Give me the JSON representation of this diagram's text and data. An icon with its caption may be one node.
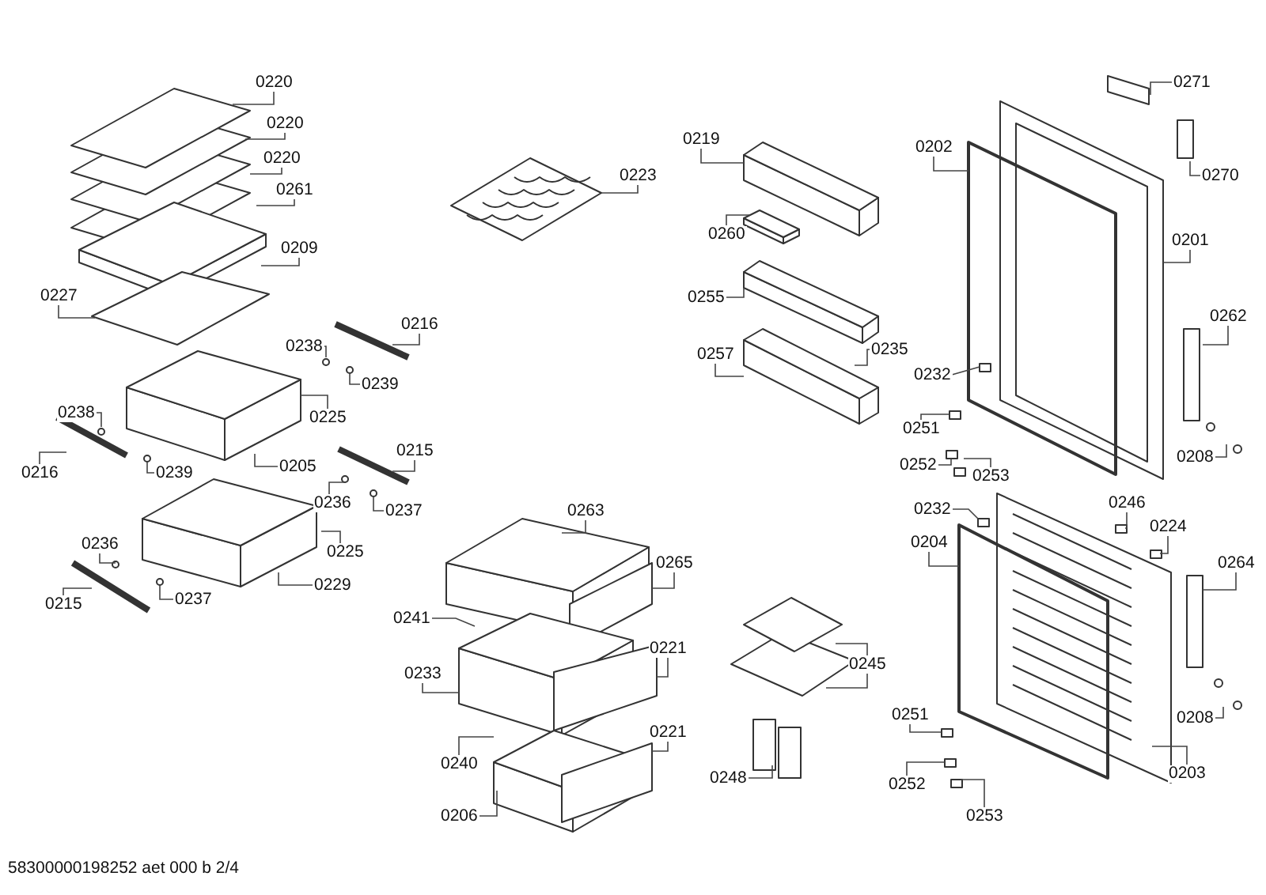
{
  "diagram": {
    "nodes": [
      {
        "text": [
          "0220"
        ]
      },
      {
        "text": [
          "0220"
        ]
      },
      {
        "text": [
          "0220"
        ]
      },
      {
        "text": [
          "0261"
        ]
      },
      {
        "text": [
          "0209"
        ]
      },
      {
        "text": [
          "0227"
        ]
      },
      {
        "text": [
          "0216"
        ]
      },
      {
        "text": [
          "0238"
        ]
      },
      {
        "text": [
          "0239"
        ]
      },
      {
        "text": [
          "0225"
        ]
      },
      {
        "text": [
          "0238"
        ]
      },
      {
        "text": [
          "0239"
        ]
      },
      {
        "text": [
          "0216"
        ]
      },
      {
        "text": [
          "0205"
        ]
      },
      {
        "text": [
          "0215"
        ]
      },
      {
        "text": [
          "0236"
        ]
      },
      {
        "text": [
          "0237"
        ]
      },
      {
        "text": [
          "0225"
        ]
      },
      {
        "text": [
          "0236"
        ]
      },
      {
        "text": [
          "0229"
        ]
      },
      {
        "text": [
          "0237"
        ]
      },
      {
        "text": [
          "0215"
        ]
      },
      {
        "text": [
          "0223"
        ]
      },
      {
        "text": [
          "0219"
        ]
      },
      {
        "text": [
          "0260"
        ]
      },
      {
        "text": [
          "0255"
        ]
      },
      {
        "text": [
          "0257"
        ]
      },
      {
        "text": [
          "0235"
        ]
      },
      {
        "text": [
          "0271"
        ]
      },
      {
        "text": [
          "0202"
        ]
      },
      {
        "text": [
          "0270"
        ]
      },
      {
        "text": [
          "0201"
        ]
      },
      {
        "text": [
          "0262"
        ]
      },
      {
        "text": [
          "0232"
        ]
      },
      {
        "text": [
          "0251"
        ]
      },
      {
        "text": [
          "0252"
        ]
      },
      {
        "text": [
          "0208"
        ]
      },
      {
        "text": [
          "0253"
        ]
      },
      {
        "text": [
          "0246"
        ]
      },
      {
        "text": [
          "0224"
        ]
      },
      {
        "text": [
          "0232"
        ]
      },
      {
        "text": [
          "0204"
        ]
      },
      {
        "text": [
          "0264"
        ]
      },
      {
        "text": [
          "0208"
        ]
      },
      {
        "text": [
          "0251"
        ]
      },
      {
        "text": [
          "0203"
        ]
      },
      {
        "text": [
          "0252"
        ]
      },
      {
        "text": [
          "0253"
        ]
      },
      {
        "text": [
          "0263"
        ]
      },
      {
        "text": [
          "0265"
        ]
      },
      {
        "text": [
          "0241"
        ]
      },
      {
        "text": [
          "0221"
        ]
      },
      {
        "text": [
          "0233"
        ]
      },
      {
        "text": [
          "0245"
        ]
      },
      {
        "text": [
          "0221"
        ]
      },
      {
        "text": [
          "0240"
        ]
      },
      {
        "text": [
          "0248"
        ]
      },
      {
        "text": [
          "0206"
        ]
      }
    ],
    "edges": [
      {
        "from": 0,
        "to": null,
        "arrow": "none"
      },
      {
        "from": 1,
        "to": null,
        "arrow": "none"
      },
      {
        "from": 2,
        "to": null,
        "arrow": "none"
      },
      {
        "from": 3,
        "to": null,
        "arrow": "none"
      },
      {
        "from": 4,
        "to": null,
        "arrow": "none"
      },
      {
        "from": 5,
        "to": null,
        "arrow": "none"
      },
      {
        "from": 6,
        "to": null,
        "arrow": "none"
      },
      {
        "from": 7,
        "to": null,
        "arrow": "none"
      },
      {
        "from": 8,
        "to": null,
        "arrow": "none"
      },
      {
        "from": 9,
        "to": null,
        "arrow": "none"
      },
      {
        "from": 10,
        "to": null,
        "arrow": "none"
      },
      {
        "from": 11,
        "to": null,
        "arrow": "none"
      },
      {
        "from": 12,
        "to": null,
        "arrow": "none"
      },
      {
        "from": 13,
        "to": null,
        "arrow": "none"
      },
      {
        "from": 14,
        "to": null,
        "arrow": "none"
      },
      {
        "from": 15,
        "to": null,
        "arrow": "none"
      },
      {
        "from": 16,
        "to": null,
        "arrow": "none"
      },
      {
        "from": 17,
        "to": null,
        "arrow": "none"
      },
      {
        "from": 18,
        "to": null,
        "arrow": "none"
      },
      {
        "from": 19,
        "to": null,
        "arrow": "none"
      },
      {
        "from": 20,
        "to": null,
        "arrow": "none"
      },
      {
        "from": 21,
        "to": null,
        "arrow": "none"
      },
      {
        "from": 22,
        "to": null,
        "arrow": "none"
      },
      {
        "from": 23,
        "to": null,
        "arrow": "none"
      },
      {
        "from": 24,
        "to": null,
        "arrow": "none"
      },
      {
        "from": 25,
        "to": null,
        "arrow": "none"
      },
      {
        "from": 26,
        "to": null,
        "arrow": "none"
      },
      {
        "from": 27,
        "to": null,
        "arrow": "none"
      },
      {
        "from": 28,
        "to": null,
        "arrow": "none"
      },
      {
        "from": 29,
        "to": null,
        "arrow": "none"
      },
      {
        "from": 30,
        "to": null,
        "arrow": "none"
      },
      {
        "from": 31,
        "to": null,
        "arrow": "none"
      },
      {
        "from": 32,
        "to": null,
        "arrow": "none"
      },
      {
        "from": 33,
        "to": null,
        "arrow": "none"
      },
      {
        "from": 34,
        "to": null,
        "arrow": "none"
      },
      {
        "from": 35,
        "to": null,
        "arrow": "none"
      },
      {
        "from": 36,
        "to": null,
        "arrow": "none"
      },
      {
        "from": 37,
        "to": null,
        "arrow": "none"
      },
      {
        "from": 38,
        "to": null,
        "arrow": "none"
      },
      {
        "from": 39,
        "to": null,
        "arrow": "none"
      },
      {
        "from": 40,
        "to": null,
        "arrow": "none"
      },
      {
        "from": 41,
        "to": null,
        "arrow": "none"
      },
      {
        "from": 42,
        "to": null,
        "arrow": "none"
      },
      {
        "from": 43,
        "to": null,
        "arrow": "none"
      },
      {
        "from": 44,
        "to": null,
        "arrow": "none"
      },
      {
        "from": 45,
        "to": null,
        "arrow": "none"
      },
      {
        "from": 46,
        "to": null,
        "arrow": "none"
      },
      {
        "from": 47,
        "to": null,
        "arrow": "none"
      },
      {
        "from": 48,
        "to": null,
        "arrow": "none"
      },
      {
        "from": 49,
        "to": null,
        "arrow": "none"
      },
      {
        "from": 50,
        "to": null,
        "arrow": "none"
      },
      {
        "from": 51,
        "to": null,
        "arrow": "none"
      },
      {
        "from": 52,
        "to": null,
        "arrow": "none"
      },
      {
        "from": 53,
        "to": null,
        "arrow": "none"
      },
      {
        "from": 53,
        "to": null,
        "arrow": "none"
      },
      {
        "from": 54,
        "to": null,
        "arrow": "none"
      },
      {
        "from": 55,
        "to": null,
        "arrow": "none"
      },
      {
        "from": 56,
        "to": null,
        "arrow": "none"
      },
      {
        "from": 57,
        "to": null,
        "arrow": "none"
      }
    ],
    "labels": [
      "58300000198252 aet 000 b 2/4"
    ]
  }
}
